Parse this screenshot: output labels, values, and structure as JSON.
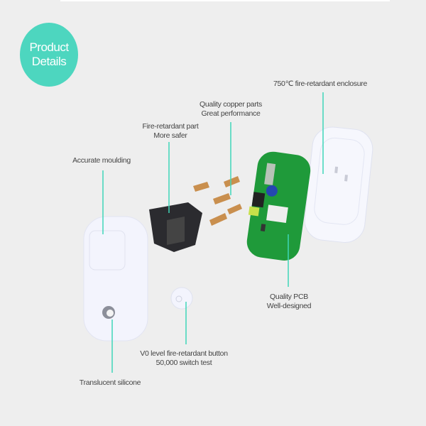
{
  "badge": {
    "line1": "Product",
    "line2": "Details"
  },
  "callouts": {
    "enclosure": "750℃ fire-retardant enclosure",
    "copper_1": "Quality copper parts",
    "copper_2": "Great performance",
    "fire_part_1": "Fire-retardant part",
    "fire_part_2": "More safer",
    "moulding": "Accurate moulding",
    "pcb_1": "Quality PCB",
    "pcb_2": "Well-designed",
    "button_1": "V0 level fire-retardant button",
    "button_2": "50,000 switch test",
    "silicone": "Translucent silicone"
  },
  "colors": {
    "accent": "#4dd6bf",
    "line": "#3fd6b8",
    "pcb": "#1f9a3a"
  }
}
